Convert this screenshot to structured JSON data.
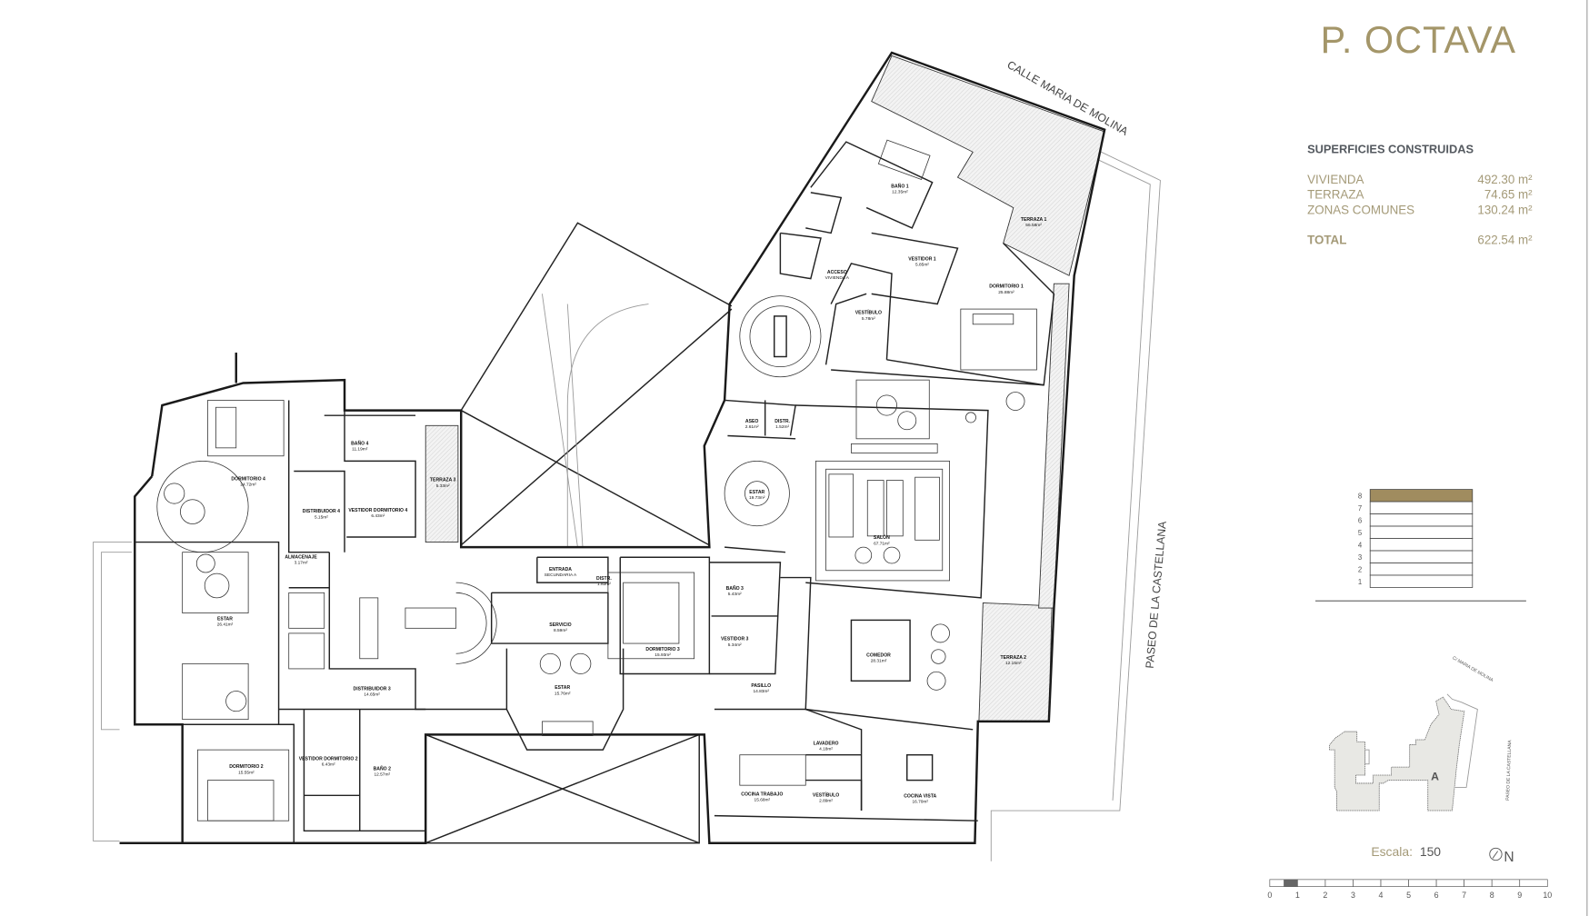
{
  "title": "P. OCTAVA",
  "summary": {
    "heading": "SUPERFICIES CONSTRUIDAS",
    "rows": [
      {
        "label": "VIVIENDA",
        "value": "492.30 m²"
      },
      {
        "label": "TERRAZA",
        "value": "74.65 m²"
      },
      {
        "label": "ZONAS COMUNES",
        "value": "130.24 m²"
      }
    ],
    "total": {
      "label": "TOTAL",
      "value": "622.54 m²"
    }
  },
  "streets": {
    "top": "CALLE MARIA DE MOLINA",
    "right": "PASEO DE LA CASTELLANA"
  },
  "rooms": [
    {
      "name": "BAÑO 1",
      "area": "12.35m²"
    },
    {
      "name": "VESTIDOR 1",
      "area": "5.85m²"
    },
    {
      "name": "ACCESO",
      "area": "VIVIENDA A"
    },
    {
      "name": "VESTÍBULO",
      "area": "5.78m²"
    },
    {
      "name": "TERRAZA 1",
      "area": "56.58m²"
    },
    {
      "name": "DORMITORIO 1",
      "area": "25.88m²"
    },
    {
      "name": "ASEO",
      "area": "2.61m²"
    },
    {
      "name": "DISTR.",
      "area": "1.52m²"
    },
    {
      "name": "ESTAR",
      "area": "19.73m²"
    },
    {
      "name": "SALÓN",
      "area": "67.71m²"
    },
    {
      "name": "BAÑO 3",
      "area": "5.43m²"
    },
    {
      "name": "VESTIDOR 3",
      "area": "5.34m²"
    },
    {
      "name": "DORMITORIO 3",
      "area": "15.93m²"
    },
    {
      "name": "ENTRADA",
      "area": "SECUNDARIA A"
    },
    {
      "name": "DISTR.",
      "area": "1.82m²"
    },
    {
      "name": "SERVICIO",
      "area": "8.59m²"
    },
    {
      "name": "ESTAR",
      "area": "15.76m²"
    },
    {
      "name": "PASILLO",
      "area": "14.83m²"
    },
    {
      "name": "COMEDOR",
      "area": "28.31m²"
    },
    {
      "name": "TERRAZA 2",
      "area": "12.15m²"
    },
    {
      "name": "LAVADERO",
      "area": "4.18m²"
    },
    {
      "name": "COCINA TRABAJO",
      "area": "15.68m²"
    },
    {
      "name": "VESTÍBULO",
      "area": "2.89m²"
    },
    {
      "name": "COCINA VISTA",
      "area": "16.70m²"
    },
    {
      "name": "DORMITORIO 4",
      "area": "24.72m²"
    },
    {
      "name": "BAÑO 4",
      "area": "11.19m²"
    },
    {
      "name": "DISTRIBUIDOR 4",
      "area": "5.15m²"
    },
    {
      "name": "VESTIDOR DORMITORIO 4",
      "area": "6.43m²"
    },
    {
      "name": "TERRAZA 3",
      "area": "5.33m²"
    },
    {
      "name": "ALMACENAJE",
      "area": "3.17m²"
    },
    {
      "name": "ESTAR",
      "area": "26.41m²"
    },
    {
      "name": "DISTRIBUIDOR 3",
      "area": "14.65m²"
    },
    {
      "name": "DORMITORIO 2",
      "area": "15.55m²"
    },
    {
      "name": "VESTIDOR DORMITORIO 2",
      "area": "6.43m²"
    },
    {
      "name": "BAÑO 2",
      "area": "12.57m²"
    }
  ],
  "floor_stack": {
    "levels": [
      "8",
      "7",
      "6",
      "5",
      "4",
      "3",
      "2",
      "1"
    ],
    "current": "8",
    "highlight_color": "#a08c5f"
  },
  "key_plan": {
    "unit": "A",
    "street_top": "C/ MARIA DE MOLINA",
    "street_right": "PASEO DE LA CASTELLANA"
  },
  "scale": {
    "label": "Escala:",
    "value": "150",
    "north": "N",
    "ticks": [
      "0",
      "1",
      "2",
      "3",
      "4",
      "5",
      "6",
      "7",
      "8",
      "9",
      "10"
    ]
  },
  "colors": {
    "accent": "#a49669",
    "text_gray": "#555a60"
  }
}
